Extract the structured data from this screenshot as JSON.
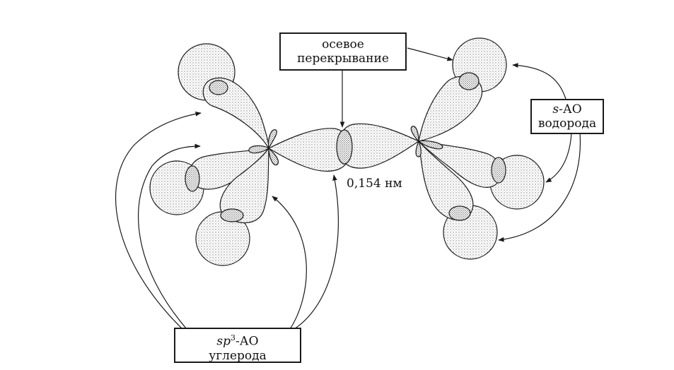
{
  "labels": {
    "overlap": {
      "line1": "осевое",
      "line2": "перекрывание"
    },
    "s_ao": {
      "prefix": "s",
      "suffix": "-АО",
      "line2": "водорода"
    },
    "sp3_ao": {
      "prefix": "sp",
      "sup": "3",
      "suffix": "-АО",
      "line2": "углерода"
    },
    "bond_length": "0,154 нм"
  },
  "colors": {
    "outline": "#1a1a1a",
    "stipple": "#8a8a8a",
    "background": "#ffffff"
  }
}
